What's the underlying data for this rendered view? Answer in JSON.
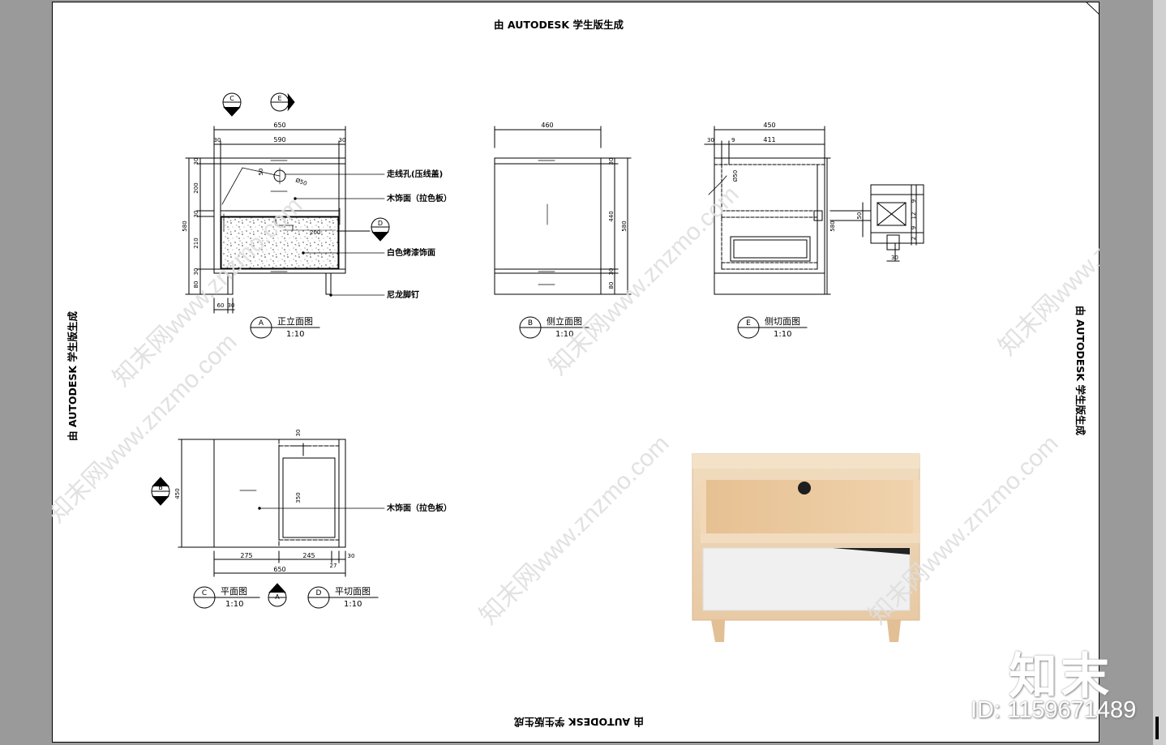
{
  "watermarks": {
    "top": "由 AUTODESK 学生版生成",
    "bottom": "由 AUTODESK 学生版生成",
    "left": "由 AUTODESK 学生版生成",
    "right": "由 AUTODESK 学生版生成",
    "diagonal": "知末网www.znzmo.com",
    "logo": "知末",
    "id": "ID: 1159671489"
  },
  "front_elevation": {
    "marker_letter": "A",
    "title": "正立面图",
    "scale": "1:10",
    "section_c": "C",
    "section_e": "E",
    "section_d": "D",
    "dims": {
      "overall_width": "650",
      "left": "30",
      "middle": "590",
      "right": "30",
      "height": "580",
      "h_top": "30",
      "h_open": "200",
      "h_mid": "30",
      "h_drawer": "210",
      "h_bottom": "30",
      "h_legs": "80",
      "leg_a": "60",
      "leg_b": "30",
      "hole_a": "50",
      "hole_dia": "Ø50",
      "handle": "200"
    },
    "labels": [
      "走线孔(压线盖)",
      "木饰面（拉色板）",
      "白色烤漆饰面",
      "尼龙脚钉"
    ]
  },
  "side_elevation": {
    "marker_letter": "B",
    "title": "侧立面图",
    "scale": "1:10",
    "dims": {
      "width": "460",
      "height": "580",
      "h_top": "30",
      "h_body": "440",
      "h_bottom": "30",
      "h_legs": "80"
    }
  },
  "side_section": {
    "marker_letter": "E",
    "title": "侧切面图",
    "scale": "1:10",
    "dims": {
      "width": "450",
      "a": "30",
      "b": "9",
      "c": "411",
      "height": "580",
      "hole": "Ø50"
    },
    "detail": {
      "a": "50",
      "b": "9",
      "c": "12",
      "d": "9",
      "e": "2",
      "f": "30"
    }
  },
  "plan_view": {
    "marker_c": "C",
    "title_c": "平面图",
    "scale_c": "1:10",
    "marker_a": "A",
    "marker_d": "D",
    "title_d": "平切面图",
    "scale_d": "1:10",
    "section_b": "B",
    "dims": {
      "depth": "450",
      "a": "275",
      "b": "245",
      "c": "27",
      "d": "30",
      "width": "650",
      "top_a": "30",
      "inner": "350"
    },
    "label": "木饰面（拉色板）"
  }
}
